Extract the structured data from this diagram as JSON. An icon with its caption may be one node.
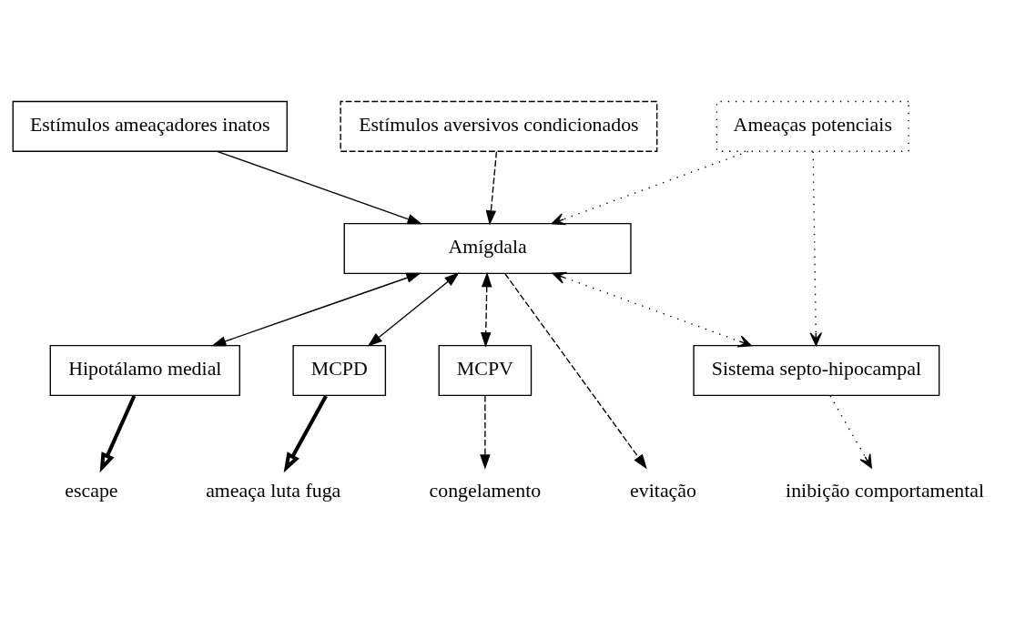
{
  "diagram": {
    "nodes": [
      {
        "text": [
          "Estímulos ameaçadores inatos"
        ]
      },
      {
        "text": [
          "Estímulos aversivos condicionados"
        ]
      },
      {
        "text": [
          "Ameaças potenciais"
        ]
      },
      {
        "text": [
          "Amígdala"
        ]
      },
      {
        "text": [
          "Hipotálamo medial"
        ]
      },
      {
        "text": [
          "MCPD"
        ]
      },
      {
        "text": [
          "MCPV"
        ]
      },
      {
        "text": [
          "Sistema septo-hipocampal"
        ]
      },
      {
        "text": [
          "escape"
        ]
      },
      {
        "text": [
          "ameaça luta fuga"
        ]
      },
      {
        "text": [
          "congelamento"
        ]
      },
      {
        "text": [
          "evitação"
        ]
      },
      {
        "text": [
          "inibição comportamental"
        ]
      }
    ],
    "edges": [
      {
        "from": 0,
        "to": 3,
        "arrow": "to"
      },
      {
        "from": 1,
        "to": 3,
        "arrow": "to",
        "style": "dashed"
      },
      {
        "from": 2,
        "to": 3,
        "arrow": "to",
        "style": "dashed"
      },
      {
        "from": 2,
        "to": 7,
        "arrow": "to",
        "style": "dashed"
      },
      {
        "from": 3,
        "to": 4,
        "arrow": "both"
      },
      {
        "from": 3,
        "to": 5,
        "arrow": "both"
      },
      {
        "from": 3,
        "to": 6,
        "arrow": "both",
        "style": "dashed"
      },
      {
        "from": 3,
        "to": 7,
        "arrow": "both",
        "style": "dashed"
      },
      {
        "from": 4,
        "to": 8,
        "arrow": "to",
        "style": "thick"
      },
      {
        "from": 5,
        "to": 9,
        "arrow": "to",
        "style": "thick"
      },
      {
        "from": 6,
        "to": 10,
        "arrow": "to",
        "style": "dashed"
      },
      {
        "from": 3,
        "to": 11,
        "arrow": "to",
        "style": "dashed"
      },
      {
        "from": 7,
        "to": 12,
        "arrow": "to",
        "style": "dashed"
      }
    ]
  }
}
